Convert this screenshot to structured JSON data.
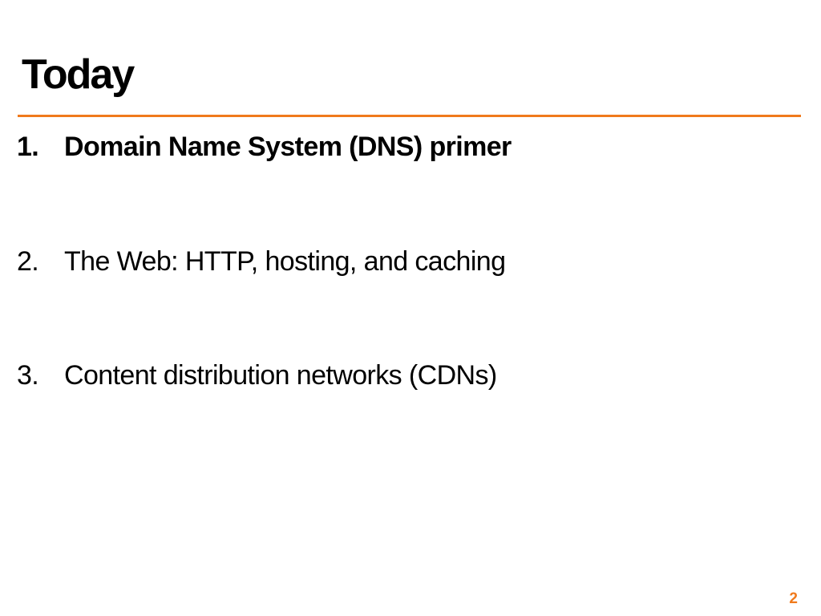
{
  "slide": {
    "title": "Today",
    "accent_color": "#f07a1c",
    "items": [
      {
        "number": "1.",
        "text": "Domain Name System (DNS) primer",
        "emphasis": "bold"
      },
      {
        "number": "2.",
        "text": "The Web: HTTP, hosting, and caching",
        "emphasis": "normal"
      },
      {
        "number": "3.",
        "text": "Content distribution networks (CDNs)",
        "emphasis": "normal"
      }
    ],
    "page_number": "2"
  }
}
